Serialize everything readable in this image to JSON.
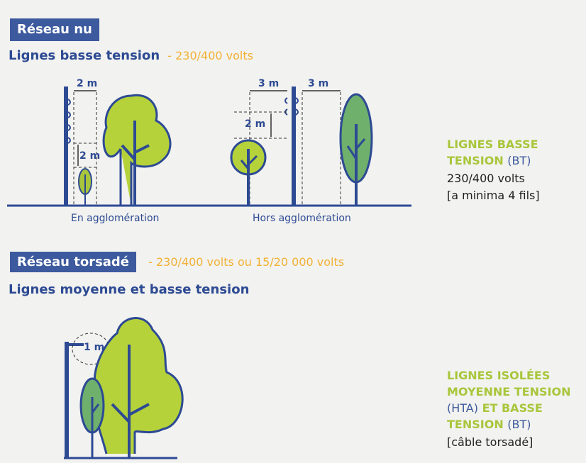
{
  "section1": {
    "badge": "Réseau nu",
    "heading": "Lignes basse tension",
    "voltage": "- 230/400 volts",
    "caption_left": "En agglomération",
    "caption_right": "Hors agglomération",
    "dim_2m_top": "2 m",
    "dim_2m_low": "2 m",
    "dim_3m_left": "3 m",
    "dim_3m_right": "3 m",
    "dim_2m_vert": "2 m",
    "side_title_line1": "LIGNES BASSE",
    "side_title_line2": "TENSION",
    "side_title_bt": "(BT)",
    "side_volts": "230/400 volts",
    "side_note": "[a minima 4 fils]"
  },
  "section2": {
    "badge": "Réseau torsadé",
    "voltage": "- 230/400 volts ou 15/20 000 volts",
    "heading": "Lignes moyenne et basse tension",
    "dim_1m": "1 m",
    "side_title_line1": "LIGNES ISOLÉES",
    "side_title_line2": "MOYENNE TENSION",
    "side_title_hta": "(HTA)",
    "side_title_line3": " ET BASSE",
    "side_title_line4": "TENSION",
    "side_title_bt": "(BT)",
    "side_note": "[câble torsadé]"
  },
  "colors": {
    "navy": "#2d4a93",
    "yellow": "#f2b134",
    "green": "#a8c63b",
    "leaf": "#b5d23a",
    "leaf_dark": "#6fb06c"
  }
}
